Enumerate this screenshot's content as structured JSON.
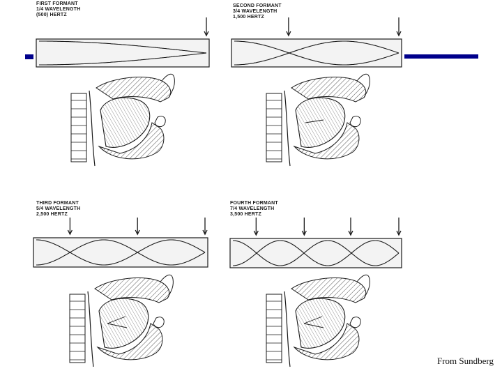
{
  "panels": [
    {
      "title": "FIRST FORMANT",
      "wavelength": "1/4 WAVELENGTH",
      "frequency": "(500) HERTZ",
      "quarter_waves": 1,
      "tube": "p1",
      "arrows": [
        1.0
      ]
    },
    {
      "title": "SECOND FORMANT",
      "wavelength": "3/4 WAVELENGTH",
      "frequency": "1,500 HERTZ",
      "quarter_waves": 3,
      "tube": "p2",
      "arrows": [
        0.33,
        1.0
      ]
    },
    {
      "title": "THIRD FORMANT",
      "wavelength": "5/4 WAVELENGTH",
      "frequency": "2,500 HERTZ",
      "quarter_waves": 5,
      "tube": "p3",
      "arrows": [
        0.2,
        0.6,
        1.0
      ]
    },
    {
      "title": "FOURTH FORMANT",
      "wavelength": "7/4 WAVELENGTH",
      "frequency": "3,500 HERTZ",
      "quarter_waves": 7,
      "tube": "p4",
      "arrows": [
        0.14,
        0.43,
        0.71,
        1.0
      ]
    }
  ],
  "credit": "From Sundberg",
  "colors": {
    "accent_bar": "#00008b",
    "line": "#1a1a1a",
    "hatch": "#555555",
    "tube_fill": "#f3f3f3"
  }
}
